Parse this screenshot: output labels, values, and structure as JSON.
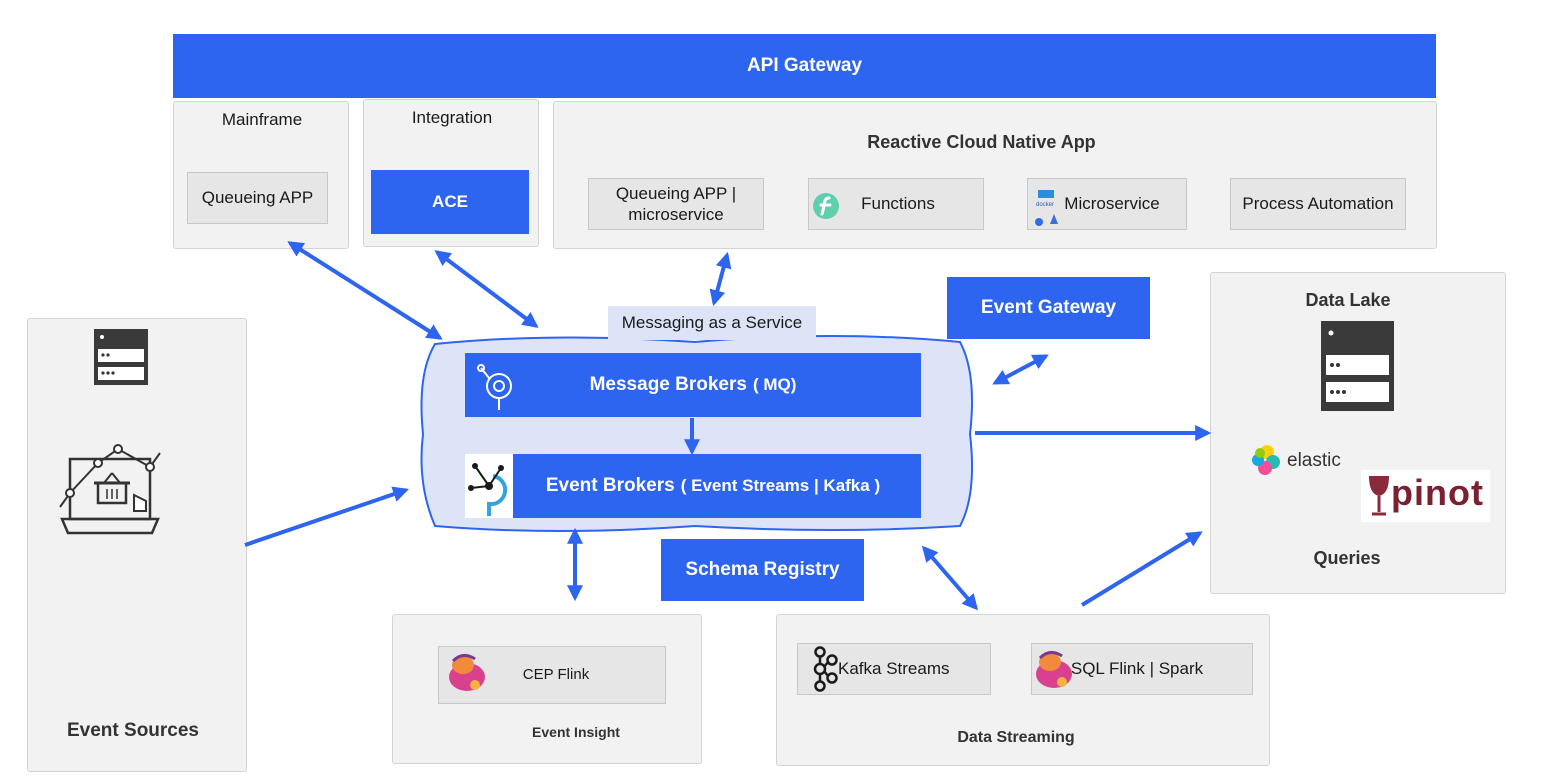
{
  "api_gateway": "API Gateway",
  "mainframe": {
    "title": "Mainframe",
    "app": "Queueing APP"
  },
  "integration": {
    "title": "Integration",
    "app": "ACE"
  },
  "reactive": {
    "title": "Reactive Cloud Native App",
    "items": [
      "Queueing APP | microservice",
      "Functions",
      "Microservice",
      "Process Automation"
    ]
  },
  "event_gateway": "Event Gateway",
  "messaging": {
    "label": "Messaging as a Service",
    "message_brokers": "Message Brokers",
    "message_brokers_sub": "( MQ)",
    "event_brokers": "Event Brokers",
    "event_brokers_sub": "( Event Streams | Kafka )"
  },
  "schema_registry": "Schema Registry",
  "event_sources": "Event Sources",
  "data_lake": {
    "title": "Data Lake",
    "elastic": "elastic",
    "pinot": "pinot",
    "queries": "Queries"
  },
  "event_insight": {
    "title": "Event Insight",
    "cep": "CEP Flink"
  },
  "data_streaming": {
    "title": "Data Streaming",
    "kafka_streams": "Kafka Streams",
    "sql_flink": "SQL Flink | Spark"
  },
  "colors": {
    "accent": "#2d64f0",
    "panel": "#f2f2f2",
    "cloud": "#dde4f7"
  },
  "icons": [
    "server-icon",
    "shopping-cart-laptop-icon",
    "mq-icon",
    "event-streams-icon",
    "flink-icon",
    "kafka-icon",
    "fission-functions-icon",
    "docker-icon",
    "kubernetes-icon",
    "elastic-icon",
    "pinot-icon"
  ]
}
